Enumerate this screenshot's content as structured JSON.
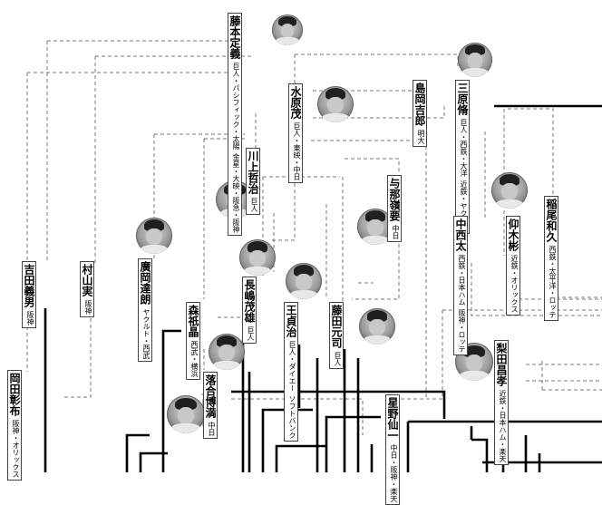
{
  "managers": [
    {
      "id": "fujimoto",
      "name": "藤本定義",
      "teams": [
        "巨人・パシフィック・太陽",
        "金星・大映・阪急・阪神"
      ]
    },
    {
      "id": "mizuhara",
      "name": "水原茂",
      "teams": [
        "巨人・東映・中日"
      ]
    },
    {
      "id": "shimaoka",
      "name": "島岡吉郎",
      "teams": [
        "明大"
      ]
    },
    {
      "id": "mihara",
      "name": "三原脩",
      "teams": [
        "巨人・西鉄・大洋",
        "近鉄・ヤクルト"
      ]
    },
    {
      "id": "kawakami",
      "name": "川上哲治",
      "teams": [
        "巨人"
      ]
    },
    {
      "id": "yonamine",
      "name": "与那嶺要",
      "teams": [
        "中日"
      ]
    },
    {
      "id": "inao",
      "name": "稲尾和久",
      "teams": [
        "西鉄・太平洋・ロッテ"
      ]
    },
    {
      "id": "nakanishi",
      "name": "中西太",
      "teams": [
        "西鉄・日本ハム",
        "阪神・ロッテ"
      ]
    },
    {
      "id": "ogi",
      "name": "仰木彬",
      "teams": [
        "近鉄・オリックス"
      ]
    },
    {
      "id": "yoshida",
      "name": "吉田義男",
      "teams": [
        "阪神"
      ]
    },
    {
      "id": "murayama",
      "name": "村山実",
      "teams": [
        "阪神"
      ]
    },
    {
      "id": "hirooka",
      "name": "廣岡達朗",
      "teams": [
        "ヤクルト・西武"
      ]
    },
    {
      "id": "nagashima",
      "name": "長嶋茂雄",
      "teams": [
        "巨人"
      ]
    },
    {
      "id": "mori",
      "name": "森祇晶",
      "teams": [
        "西武・横浜"
      ]
    },
    {
      "id": "oh",
      "name": "王貞治",
      "teams": [
        "巨人・ダイエー",
        "ソフトバンク"
      ]
    },
    {
      "id": "fujita",
      "name": "藤田元司",
      "teams": [
        "巨人"
      ]
    },
    {
      "id": "nashida",
      "name": "梨田昌孝",
      "teams": [
        "近鉄・日本ハム・楽天"
      ]
    },
    {
      "id": "okada",
      "name": "岡田彰布",
      "teams": [
        "阪神・オリックス"
      ]
    },
    {
      "id": "ochiai",
      "name": "落合博満",
      "teams": [
        "中日"
      ]
    },
    {
      "id": "hoshino",
      "name": "星野仙一",
      "teams": [
        "中日・阪神・楽天"
      ]
    }
  ],
  "photo_icons": [
    "player-photo-icon"
  ]
}
